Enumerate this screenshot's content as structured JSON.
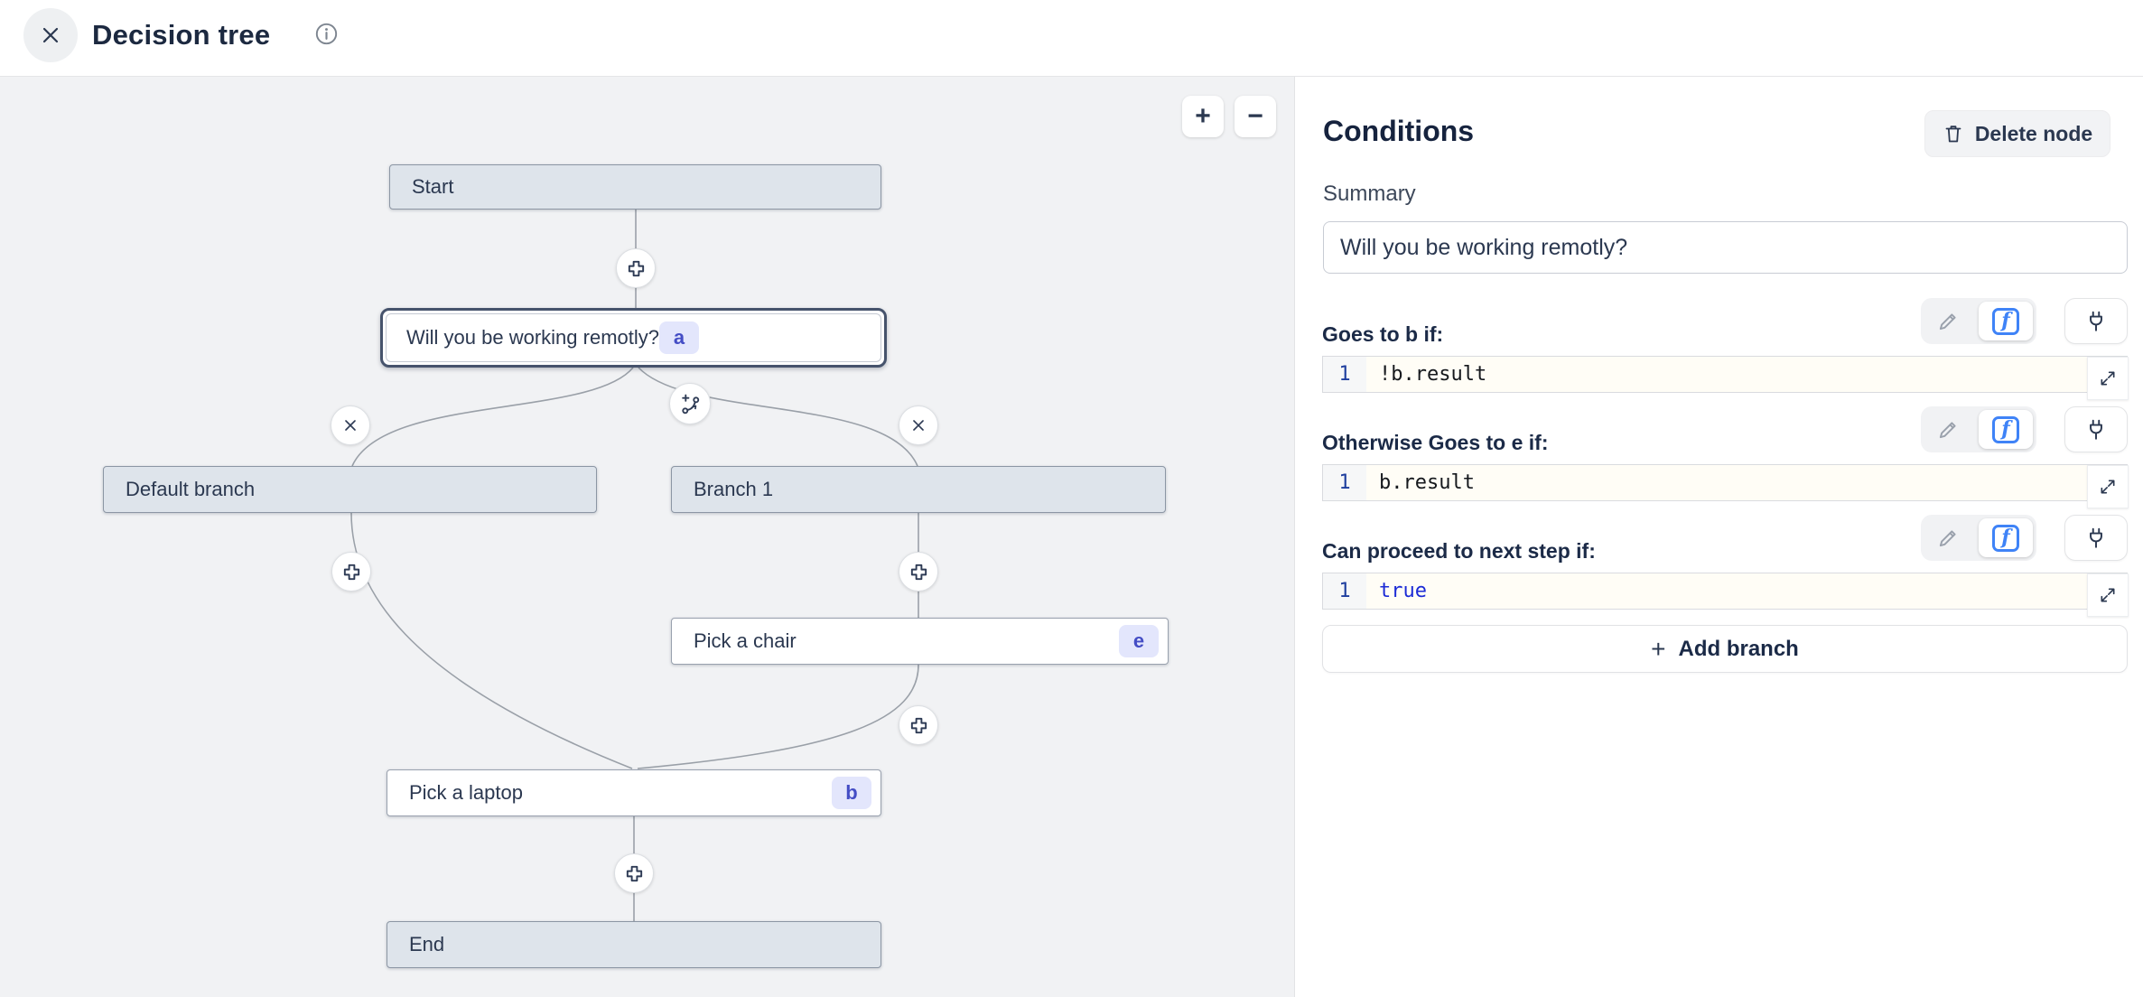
{
  "header": {
    "title": "Decision tree"
  },
  "canvas": {
    "zoom_in": "+",
    "zoom_out": "−",
    "nodes": [
      {
        "id": "start",
        "label": "Start",
        "badge": ""
      },
      {
        "id": "question",
        "label": "Will you be working remotly?",
        "badge": "a",
        "selected": true
      },
      {
        "id": "default-branch",
        "label": "Default branch",
        "badge": ""
      },
      {
        "id": "branch-1",
        "label": "Branch 1",
        "badge": ""
      },
      {
        "id": "pick-a-chair",
        "label": "Pick a chair",
        "badge": "e"
      },
      {
        "id": "pick-a-laptop",
        "label": "Pick a laptop",
        "badge": "b"
      },
      {
        "id": "end",
        "label": "End",
        "badge": ""
      }
    ]
  },
  "panel": {
    "title": "Conditions",
    "delete_button": "Delete node",
    "summary_label": "Summary",
    "summary_value": "Will you be working remotly?",
    "conditions": [
      {
        "label": "Goes to b if:",
        "line_number": "1",
        "code": "!b.result"
      },
      {
        "label": "Otherwise Goes to e if:",
        "line_number": "1",
        "code": "b.result"
      },
      {
        "label": "Can proceed to next step if:",
        "line_number": "1",
        "code": "true"
      }
    ],
    "add_branch_plus": "+",
    "add_branch_label": "Add branch"
  },
  "colors": {
    "canvas_bg": "#f1f2f4",
    "node_gray": "#dee4eb",
    "node_border": "#8c96a4",
    "selected_border": "#46536c",
    "badge_bg": "#e3e6fc",
    "badge_text": "#444dc5",
    "accent_blue": "#3f83f7",
    "keyword_blue": "#1c2bd6",
    "line_number_blue": "#1e3e9e",
    "code_bg": "#fffdf6"
  }
}
